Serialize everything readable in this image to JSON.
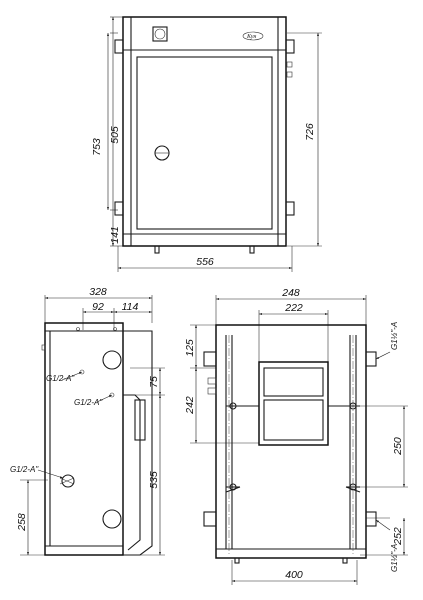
{
  "front_view": {
    "dim_height_total": "753",
    "dim_inlet_height": "505",
    "dim_bottom_pipe": "141",
    "dim_side_height": "726",
    "dim_width": "556",
    "logo_text": "Кун"
  },
  "side_view": {
    "dim_depth": "328",
    "dim_offset_a": "92",
    "dim_offset_b": "114",
    "dim_spacing": "75",
    "dim_height": "535",
    "dim_bottom": "258",
    "thread_1": "G1/2-A\"",
    "thread_2": "G1/2-A\"",
    "thread_3": "G1/2-A\""
  },
  "rear_view": {
    "dim_top_width": "248",
    "dim_inner_width": "222",
    "dim_top": "125",
    "dim_mid": "242",
    "dim_right_upper": "250",
    "dim_right_lower": "252",
    "dim_bottom_width": "400",
    "thread_top": "G1½\"-A",
    "thread_bottom": "G1½\"-A"
  }
}
